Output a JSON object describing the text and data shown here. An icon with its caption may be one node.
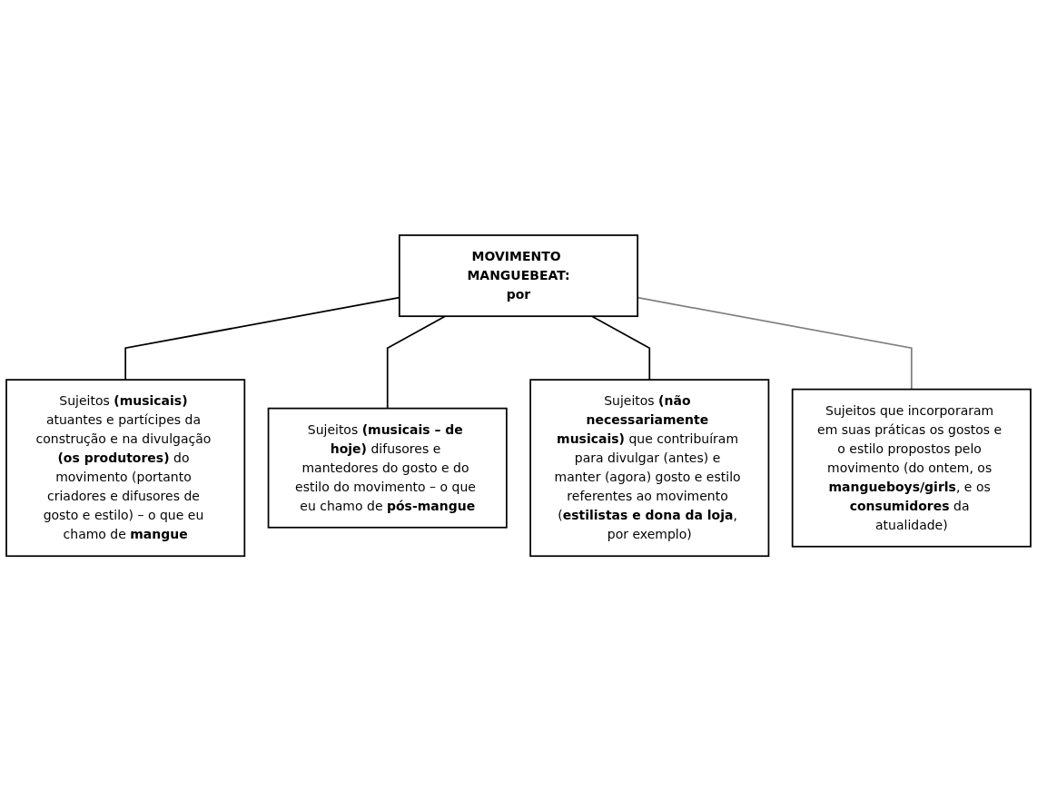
{
  "diagram": {
    "nodes": [
      {
        "text": [
          "MOVIMENTO MANGUEBEAT:",
          "por"
        ]
      },
      {
        "text": [
          "Sujeitos **(musicais)** atuantes e partícipes da construção e na divulgação **(os produtores)** do movimento (portanto criadores e difusores de gosto e estilo) – o que eu chamo de **mangue**"
        ]
      },
      {
        "text": [
          "Sujeitos **(musicais – de hoje)** difusores e mantedores do gosto e do estilo do movimento – o que eu chamo de **pós-mangue**"
        ]
      },
      {
        "text": [
          "Sujeitos **(não necessariamente musicais)** que contribuíram para divulgar (antes) e manter (agora) gosto e estilo referentes ao movimento (**estilistas e dona da loja**, por exemplo)"
        ]
      },
      {
        "text": [
          "Sujeitos que incorporaram em suas práticas os gostos e o estilo propostos pelo movimento (do ontem, os **mangueboys/girls**, e os **consumidores** da atualidade)"
        ]
      }
    ],
    "edges": [
      {
        "from": 0,
        "to": 1,
        "arrow": "none"
      },
      {
        "from": 0,
        "to": 2,
        "arrow": "none"
      },
      {
        "from": 0,
        "to": 3,
        "arrow": "none"
      },
      {
        "from": 0,
        "to": 4,
        "arrow": "none",
        "color": "#808080"
      }
    ]
  }
}
